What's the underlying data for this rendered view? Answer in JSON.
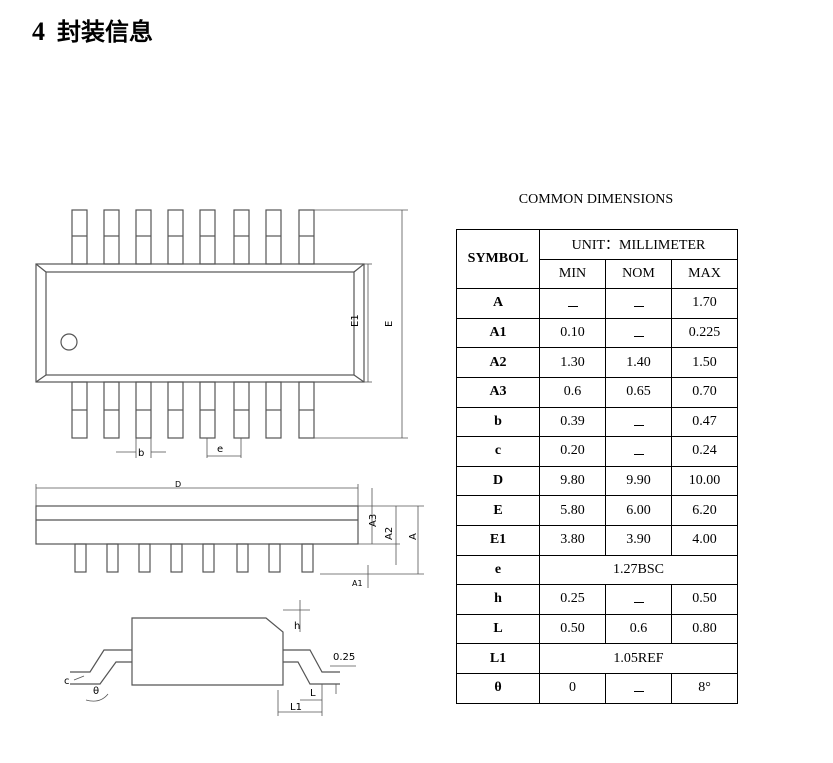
{
  "section": {
    "number": "4",
    "title": "封装信息"
  },
  "drawing": {
    "labels": {
      "b": "b",
      "e": "e",
      "E1": "E1",
      "E": "E",
      "D": "D",
      "A3": "A3",
      "A2": "A2",
      "A": "A",
      "A1": "A1",
      "h": "h",
      "c": "c",
      "theta": "θ",
      "gauge": "0.25",
      "L": "L",
      "L1": "L1"
    }
  },
  "table": {
    "title": "COMMON DIMENSIONS",
    "symbol_header": "SYMBOL",
    "unit_header": "UNIT：MILLIMETER",
    "columns": [
      "MIN",
      "NOM",
      "MAX"
    ],
    "rows": [
      {
        "symbol": "A",
        "min": "_",
        "nom": "_",
        "max": "1.70"
      },
      {
        "symbol": "A1",
        "min": "0.10",
        "nom": "_",
        "max": "0.225"
      },
      {
        "symbol": "A2",
        "min": "1.30",
        "nom": "1.40",
        "max": "1.50"
      },
      {
        "symbol": "A3",
        "min": "0.6",
        "nom": "0.65",
        "max": "0.70"
      },
      {
        "symbol": "b",
        "min": "0.39",
        "nom": "_",
        "max": "0.47"
      },
      {
        "symbol": "c",
        "min": "0.20",
        "nom": "_",
        "max": "0.24"
      },
      {
        "symbol": "D",
        "min": "9.80",
        "nom": "9.90",
        "max": "10.00"
      },
      {
        "symbol": "E",
        "min": "5.80",
        "nom": "6.00",
        "max": "6.20"
      },
      {
        "symbol": "E1",
        "min": "3.80",
        "nom": "3.90",
        "max": "4.00"
      },
      {
        "symbol": "e",
        "span": "1.27BSC"
      },
      {
        "symbol": "h",
        "min": "0.25",
        "nom": "_",
        "max": "0.50"
      },
      {
        "symbol": "L",
        "min": "0.50",
        "nom": "0.6",
        "max": "0.80"
      },
      {
        "symbol": "L1",
        "span": "1.05REF"
      },
      {
        "symbol": "θ",
        "min": "0",
        "nom": "_",
        "max": "8°"
      }
    ]
  }
}
